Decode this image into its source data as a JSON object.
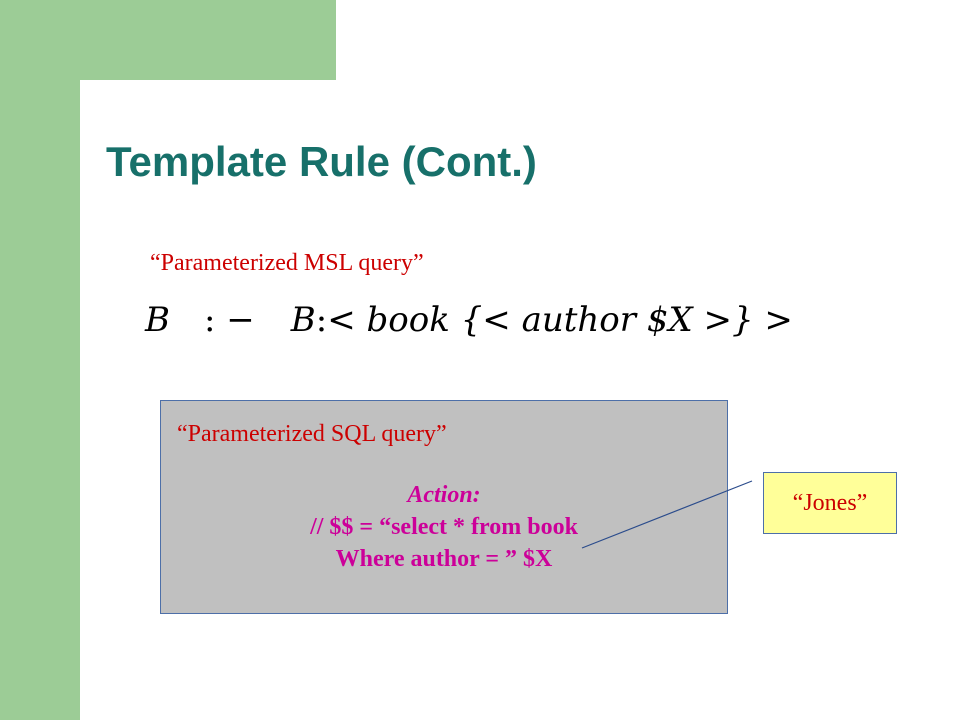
{
  "slide": {
    "title": "Template Rule (Cont.)",
    "msl_label": "“Parameterized MSL query”",
    "formula": {
      "lhs": "B",
      "op": ": −",
      "rhs_var": "B",
      "rhs_sep": ":",
      "rhs_body": "< book {< author $X >} >"
    },
    "sql_box": {
      "label": "“Parameterized SQL query”",
      "action_header": "Action:",
      "action_line1": "// $$ = “select * from book",
      "action_line2": "Where author = ” $X"
    },
    "callout": "“Jones”"
  },
  "colors": {
    "accent_green": "#9ccc96",
    "title": "#17706a",
    "label_red": "#cc0000",
    "action_magenta": "#cc0099",
    "box_gray": "#c0c0c0",
    "callout_yellow": "#ffff99"
  }
}
